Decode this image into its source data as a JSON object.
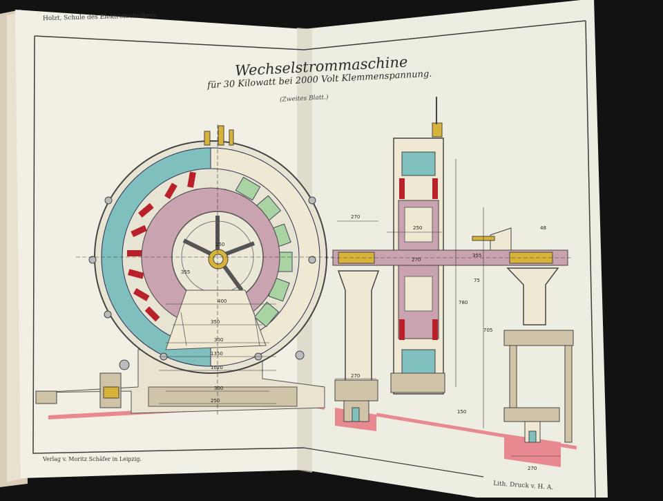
{
  "header": {
    "left_running_head": "Holzt, Schule des Elektrotechnikers."
  },
  "title": {
    "line1": "Wechselstrommaschine",
    "line2": "für 30 Kilowatt bei 2000 Volt Klemmenspannung.",
    "line3": "(Zweites Blatt.)"
  },
  "footer": {
    "publisher": "Verlag v. Moritz Schäfer in Leipzig.",
    "printer": "Lith. Druck v. H. A."
  },
  "dimensions": {
    "front_view": [
      "400",
      "350",
      "300",
      "1350",
      "1020",
      "300",
      "250",
      "355",
      "250"
    ],
    "side_view": [
      "270",
      "250",
      "270",
      "355",
      "705",
      "270",
      "780",
      "150",
      "75",
      "48",
      "270"
    ]
  },
  "colors": {
    "page": "#f1efe4",
    "frame_line": "#3b3b3b",
    "stator_teal": "#7fbfbd",
    "pole_green": "#a9d3a2",
    "rotor_pink": "#c9a4b0",
    "winding_red": "#b8202a",
    "casing_tan": "#cfc4a8",
    "foundation_pink": "#e8898f",
    "shaft_yellow": "#d8b33a",
    "background": "#111111"
  }
}
